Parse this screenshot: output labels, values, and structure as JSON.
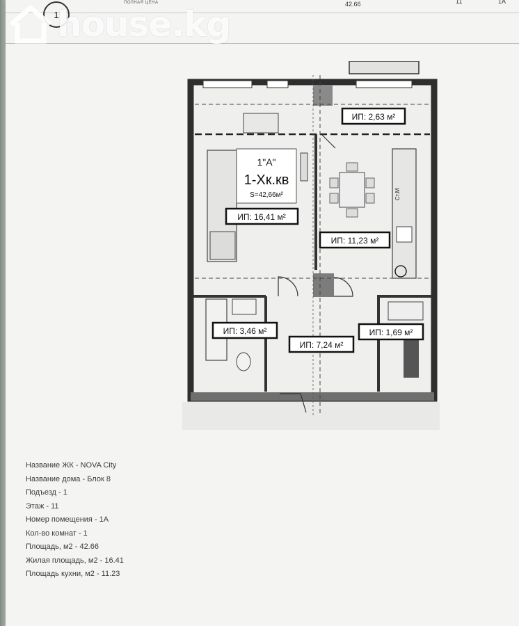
{
  "header": {
    "page_number": "1",
    "price_caption": "ПОЛНАЯ ЦЕНА",
    "area_value": "42.66",
    "floor_value": "11",
    "unit_value": "1А"
  },
  "watermark": {
    "text": "house.kg"
  },
  "plan": {
    "unit_code": "1\"А\"",
    "unit_type": "1-Хк.кв",
    "unit_area": "S=42,66м²",
    "rooms": [
      {
        "label": "ИП: 2,63 м²"
      },
      {
        "label": "ИП: 16,41 м²"
      },
      {
        "label": "ИП: 11,23 м²"
      },
      {
        "label": "ИП: 3,46 м²"
      },
      {
        "label": "ИП: 7,24 м²"
      },
      {
        "label": "ИП: 1,69 м²"
      }
    ],
    "fridge_label": "Ст.М"
  },
  "info": {
    "complex": "Название ЖК - NOVA City",
    "building": "Название дома - Блок 8",
    "entrance": "Подъезд - 1",
    "floor": "Этаж - 11",
    "unit_number": "Номер помещения - 1А",
    "rooms_count": "Кол-во комнат - 1",
    "area": "Площадь, м2 - 42.66",
    "living_area": "Жилая площадь, м2 - 16.41",
    "kitchen_area": "Площадь кухни, м2 - 11.23"
  }
}
